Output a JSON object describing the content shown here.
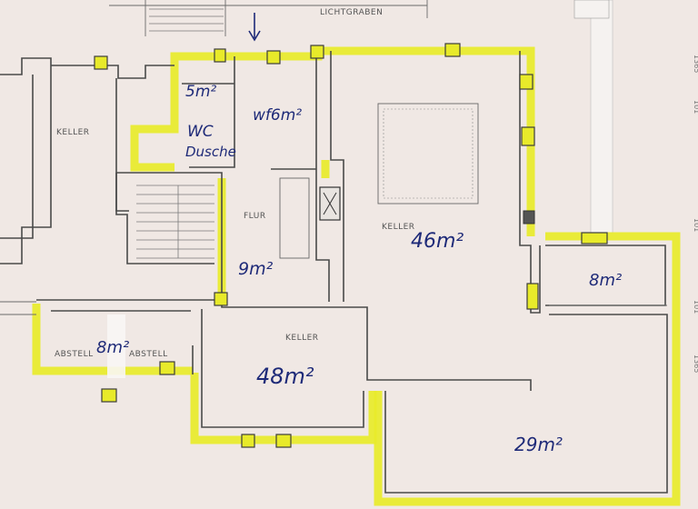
{
  "plan": {
    "top_label": "LICHTGRABEN",
    "printed_rooms": {
      "keller_left": "KELLER",
      "flur": "FLUR",
      "keller_center": "KELLER",
      "keller_bottom": "KELLER",
      "abstell_1": "ABSTELL",
      "abstell_2": "ABSTELL"
    },
    "handwritten": {
      "area_5": "5m²",
      "wc": "WC",
      "dusche": "Dusche",
      "area_wf": "wf6m²",
      "area_flur": "9m²",
      "area_46": "46m²",
      "area_8_right": "8m²",
      "area_8_left": "8m²",
      "area_48": "48m²",
      "area_29": "29m²"
    },
    "margin_numbers": [
      "1365",
      "101",
      "101",
      "101",
      "1365"
    ]
  },
  "colors": {
    "paper": "#f0e8e4",
    "wall": "#4a4a4a",
    "highlight": "#e8ea2a",
    "ink": "#1e2a78"
  }
}
